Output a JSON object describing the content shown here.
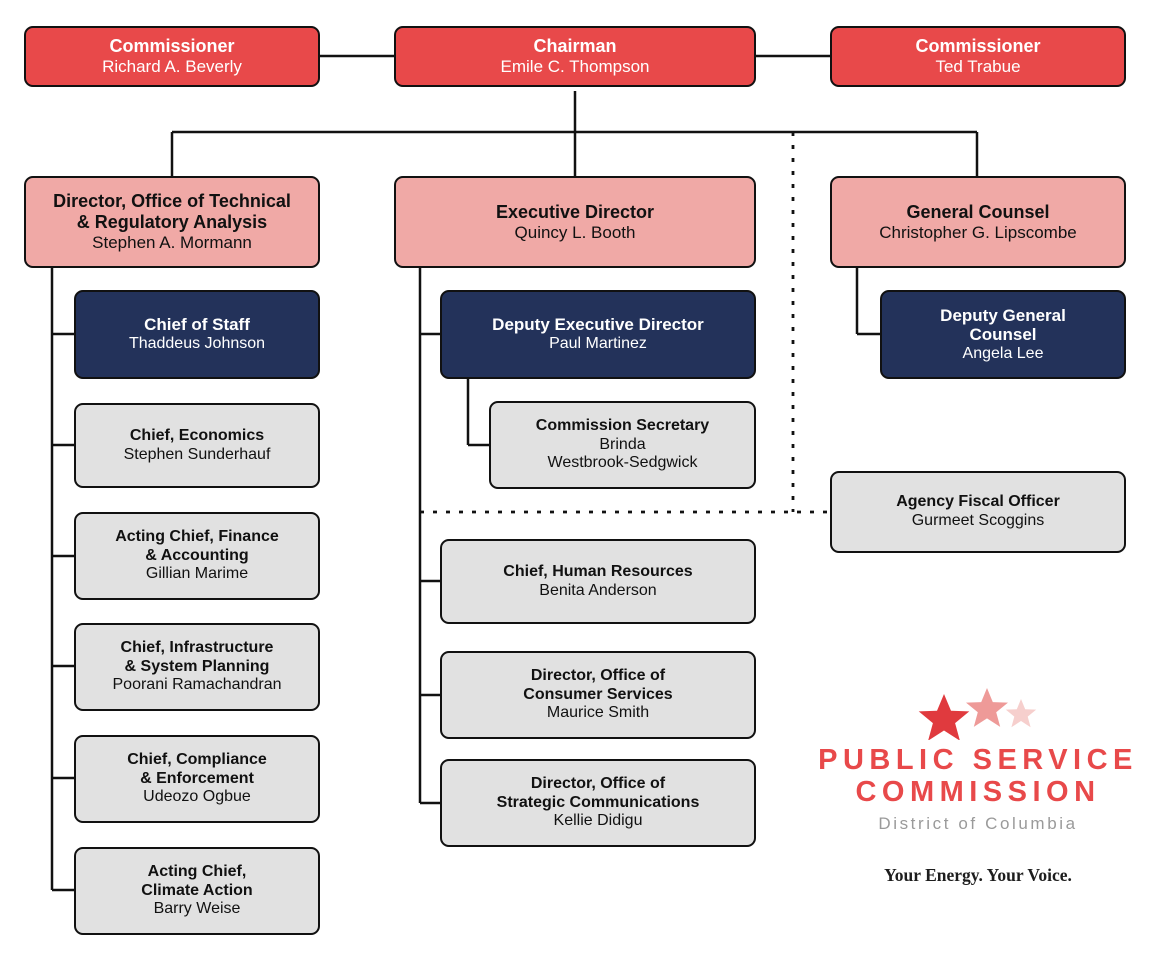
{
  "org_chart": {
    "colors": {
      "commission_red": "#e8494a",
      "director_pink": "#f0a9a6",
      "deputy_navy": "#23325a",
      "staff_gray": "#e1e1e1",
      "line_black": "#111111",
      "logo_red": "#e8494a",
      "logo_star_mid": "#ee9a98",
      "logo_star_light": "#f6cfcd",
      "logo_subtitle_gray": "#9a9a9a"
    },
    "commissioners": [
      {
        "title": "Commissioner",
        "name": "Richard A. Beverly"
      },
      {
        "title": "Chairman",
        "name": "Emile C. Thompson"
      },
      {
        "title": "Commissioner",
        "name": "Ted Trabue"
      }
    ],
    "directors": [
      {
        "title": "Director, Office of Technical & Regulatory Analysis",
        "title_line1": "Director, Office of Technical",
        "title_line2": "& Regulatory Analysis",
        "name": "Stephen A. Mormann"
      },
      {
        "title": "Executive Director",
        "title_line1": "Executive Director",
        "title_line2": "",
        "name": "Quincy L. Booth"
      },
      {
        "title": "General Counsel",
        "title_line1": "General Counsel",
        "title_line2": "",
        "name": "Christopher G. Lipscombe"
      }
    ],
    "deputies": [
      {
        "title_line1": "Chief of Staff",
        "title_line2": "",
        "name": "Thaddeus Johnson"
      },
      {
        "title_line1": "Deputy Executive Director",
        "title_line2": "",
        "name": "Paul Martinez"
      },
      {
        "title_line1": "Deputy General",
        "title_line2": "Counsel",
        "name": "Angela Lee"
      }
    ],
    "technical_staff": [
      {
        "title_line1": "Chief, Economics",
        "title_line2": "",
        "name": "Stephen Sunderhauf"
      },
      {
        "title_line1": "Acting Chief, Finance",
        "title_line2": "& Accounting",
        "name": "Gillian Marime"
      },
      {
        "title_line1": "Chief, Infrastructure",
        "title_line2": "& System Planning",
        "name": "Poorani Ramachandran"
      },
      {
        "title_line1": "Chief, Compliance",
        "title_line2": "& Enforcement",
        "name": "Udeozo Ogbue"
      },
      {
        "title_line1": "Acting Chief,",
        "title_line2": "Climate Action",
        "name": "Barry Weise"
      }
    ],
    "executive_staff": [
      {
        "title_line1": "Commission Secretary",
        "title_line2": "",
        "name_line1": "Brinda",
        "name_line2": "Westbrook-Sedgwick"
      },
      {
        "title_line1": "Chief, Human Resources",
        "title_line2": "",
        "name_line1": "Benita Anderson",
        "name_line2": ""
      },
      {
        "title_line1": "Director, Office of",
        "title_line2": "Consumer Services",
        "name_line1": "Maurice Smith",
        "name_line2": ""
      },
      {
        "title_line1": "Director, Office of",
        "title_line2": "Strategic Communications",
        "name_line1": "Kellie Didigu",
        "name_line2": ""
      }
    ],
    "fiscal": {
      "title_line1": "Agency Fiscal Officer",
      "name": "Gurmeet Scoggins"
    },
    "logo": {
      "line1": "PUBLIC SERVICE",
      "line2": "COMMISSION",
      "subtitle": "District of Columbia",
      "tagline": "Your Energy. Your Voice."
    }
  }
}
